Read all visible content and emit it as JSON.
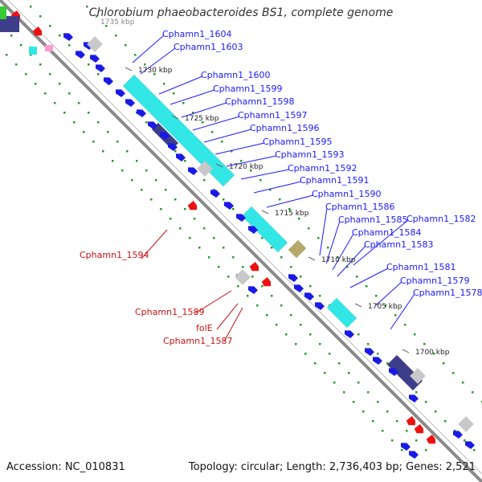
{
  "title": "Chlorobium phaeobacteroides BS1, complete genome",
  "footer": {
    "accession": "Accession: NC_010831",
    "topology": "Topology: circular; Length: 2,736,403 bp; Genes: 2,521"
  },
  "ticks": [
    "1730 kbp",
    "1725 kbp",
    "1720 kbp",
    "1715 kbp",
    "1710 kbp",
    "1705 kbp",
    "1700 kbp"
  ],
  "top_partial_tick": "1735 kbp",
  "genes_forward": [
    "Cphamn1_1604",
    "Cphamn1_1603",
    "Cphamn1_1600",
    "Cphamn1_1599",
    "Cphamn1_1598",
    "Cphamn1_1597",
    "Cphamn1_1596",
    "Cphamn1_1595",
    "Cphamn1_1593",
    "Cphamn1_1592",
    "Cphamn1_1591",
    "Cphamn1_1590",
    "Cphamn1_1586",
    "Cphamn1_1585",
    "Cphamn1_1582",
    "Cphamn1_1584",
    "Cphamn1_1583",
    "Cphamn1_1581",
    "Cphamn1_1579",
    "Cphamn1_1578"
  ],
  "genes_reverse": [
    "Cphamn1_1594",
    "Cphamn1_1589",
    "folE",
    "Cphamn1_1587"
  ],
  "colors": {
    "backbone": "#8a8a8a",
    "forward_label": "#1a1aff",
    "reverse_label": "#cc1111",
    "cds_blue": "#1a1ae6",
    "cds_cyan": "#33e6e6",
    "cds_red": "#ee1111",
    "cds_grey": "#c8c8c8",
    "cds_navy": "#3d3d8a",
    "cds_olive": "#b5a86a",
    "dots": "#2a9a2a"
  }
}
